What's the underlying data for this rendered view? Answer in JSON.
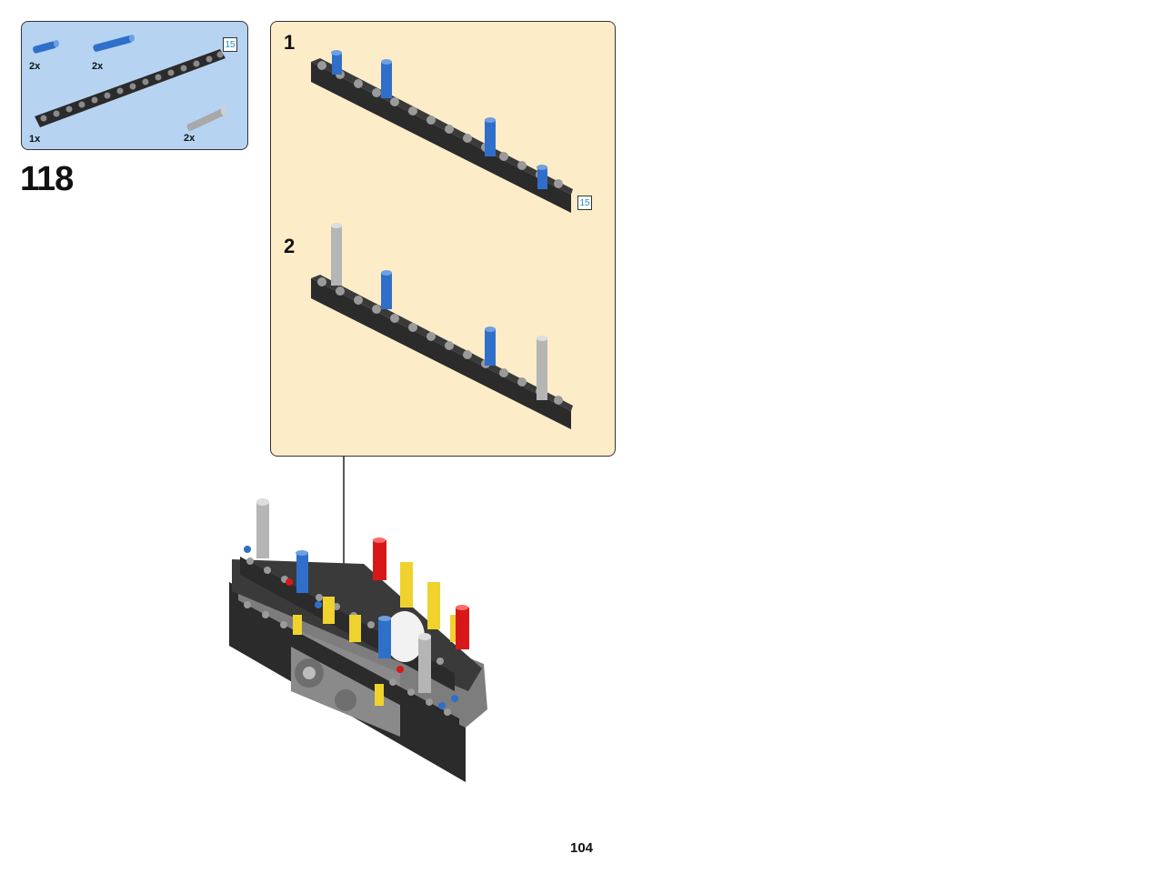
{
  "parts_list": {
    "items": [
      {
        "name": "blue-axle-pin",
        "qty": "2x"
      },
      {
        "name": "blue-long-pin",
        "qty": "2x"
      },
      {
        "name": "black-beam",
        "qty": "1x"
      },
      {
        "name": "gray-pin",
        "qty": "2x"
      }
    ],
    "beam_length_tag": "15"
  },
  "step_number": "118",
  "sub_steps": [
    {
      "number": "1",
      "length_tag": "15"
    },
    {
      "number": "2"
    }
  ],
  "colors": {
    "parts_bg": "#b6d4f2",
    "substep_bg": "#fdecc8",
    "beam": "#2b2b2b",
    "blue_part": "#2f6fc9",
    "gray_part": "#b5b5b5",
    "yellow_part": "#f0d22e",
    "red_part": "#d81818",
    "length_tag_text": "#1a8fd0"
  },
  "page_number": "104"
}
